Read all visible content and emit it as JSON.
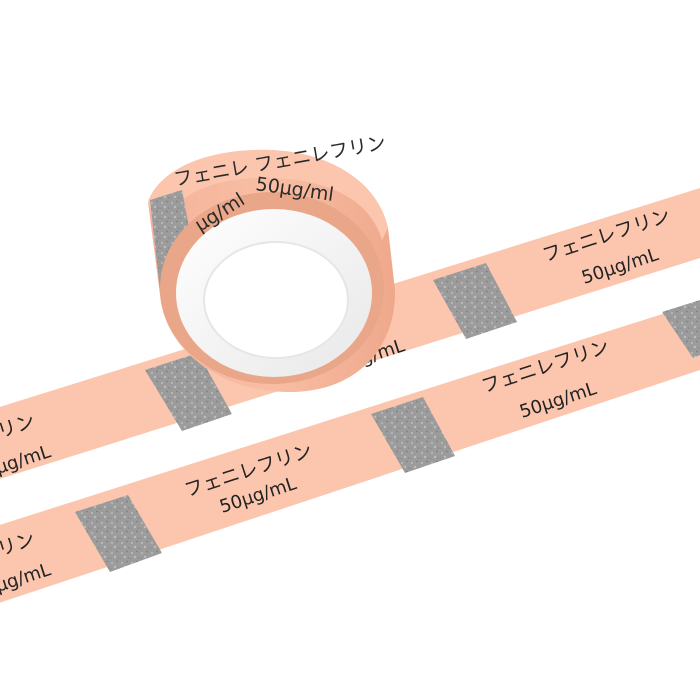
{
  "product": {
    "drug_name": "フェニレフリン",
    "concentration": "50μg/mL",
    "roll_wrap_text": "フェニレ フェニレフリン",
    "roll_partial_conc_left": "μg/ml",
    "roll_partial_conc_right": "50μg/ml",
    "edge_name_fragment": "リン",
    "edge_conc_fragment": "μg/mL"
  },
  "colors": {
    "tape_pink": "#fbc6ad",
    "tape_pink_shadow": "#f1ad90",
    "gray_segment": "#9c9c9c",
    "roll_core": "#ffffff",
    "background": "#ffffff"
  }
}
